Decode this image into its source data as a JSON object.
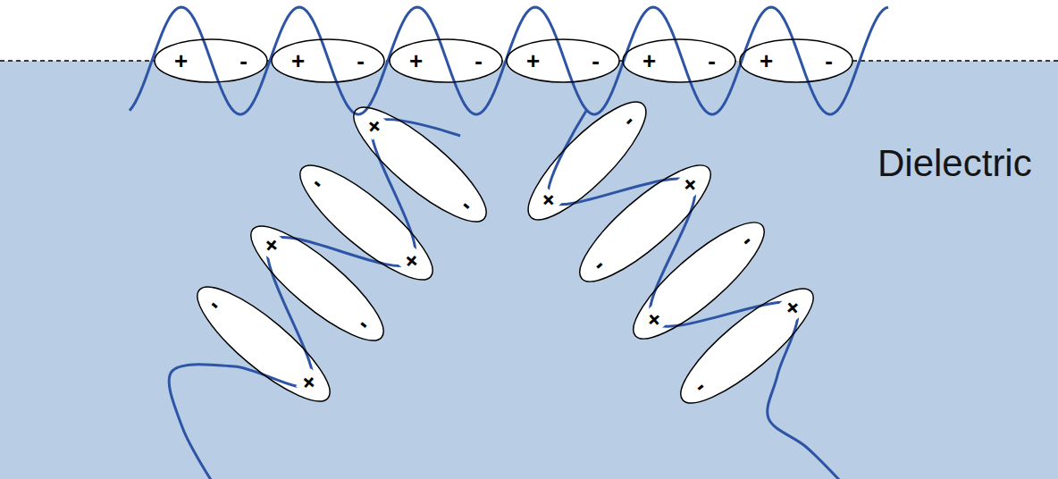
{
  "diagram": {
    "nodes": [
      {
        "text": [
          "+",
          "-"
        ]
      },
      {
        "text": [
          "+",
          "-"
        ]
      },
      {
        "text": [
          "+",
          "-"
        ]
      },
      {
        "text": [
          "+",
          "-"
        ]
      },
      {
        "text": [
          "+",
          "-"
        ]
      },
      {
        "text": [
          "+",
          "-"
        ]
      },
      {
        "text": [
          "+",
          "-"
        ]
      },
      {
        "text": [
          "-",
          "+"
        ]
      },
      {
        "text": [
          "+",
          "-"
        ]
      },
      {
        "text": [
          "-",
          "+"
        ]
      },
      {
        "text": [
          "+",
          "-"
        ]
      },
      {
        "text": [
          "-",
          "+"
        ]
      },
      {
        "text": [
          "+",
          "-"
        ]
      },
      {
        "text": [
          "-",
          "+"
        ]
      }
    ],
    "labels": [
      "Dielectric"
    ]
  }
}
